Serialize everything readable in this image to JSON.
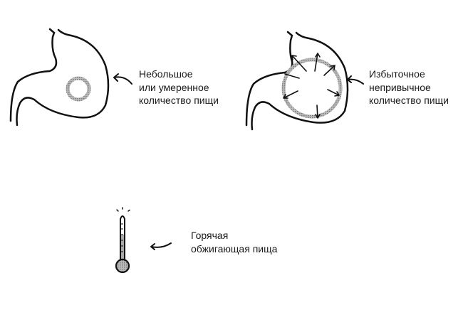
{
  "labels": {
    "moderate_food": [
      "Небольшое",
      "или умеренное",
      "количество пищи"
    ],
    "excess_food": [
      "Избыточное",
      "непривычное",
      "количество пищи"
    ],
    "hot_food": [
      "Горячая",
      "обжигающая пища"
    ]
  },
  "colors": {
    "ink": "#111111",
    "hatch": "#9a9a9a"
  }
}
